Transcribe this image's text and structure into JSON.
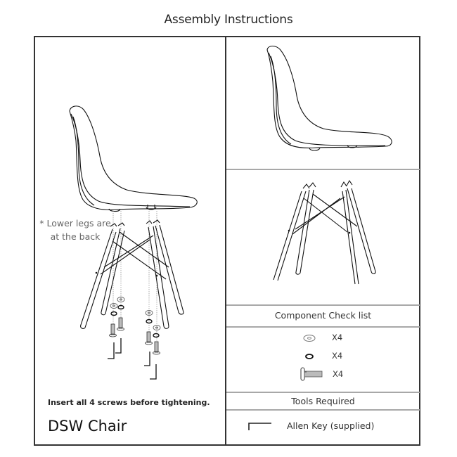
{
  "document": {
    "title": "Assembly Instructions",
    "product_name": "DSW Chair"
  },
  "left_panel": {
    "note": "* Lower legs are at the back",
    "instruction": "Insert all 4 screws before tightening."
  },
  "right_panel": {
    "component_section_label": "Component Check list",
    "components": [
      {
        "icon": "washer-icon",
        "quantity": "X4"
      },
      {
        "icon": "spring-washer-icon",
        "quantity": "X4"
      },
      {
        "icon": "screw-icon",
        "quantity": "X4"
      }
    ],
    "tools_section_label": "Tools Required",
    "tools": [
      {
        "icon": "allen-key-icon",
        "label": "Allen Key (supplied)"
      }
    ]
  }
}
